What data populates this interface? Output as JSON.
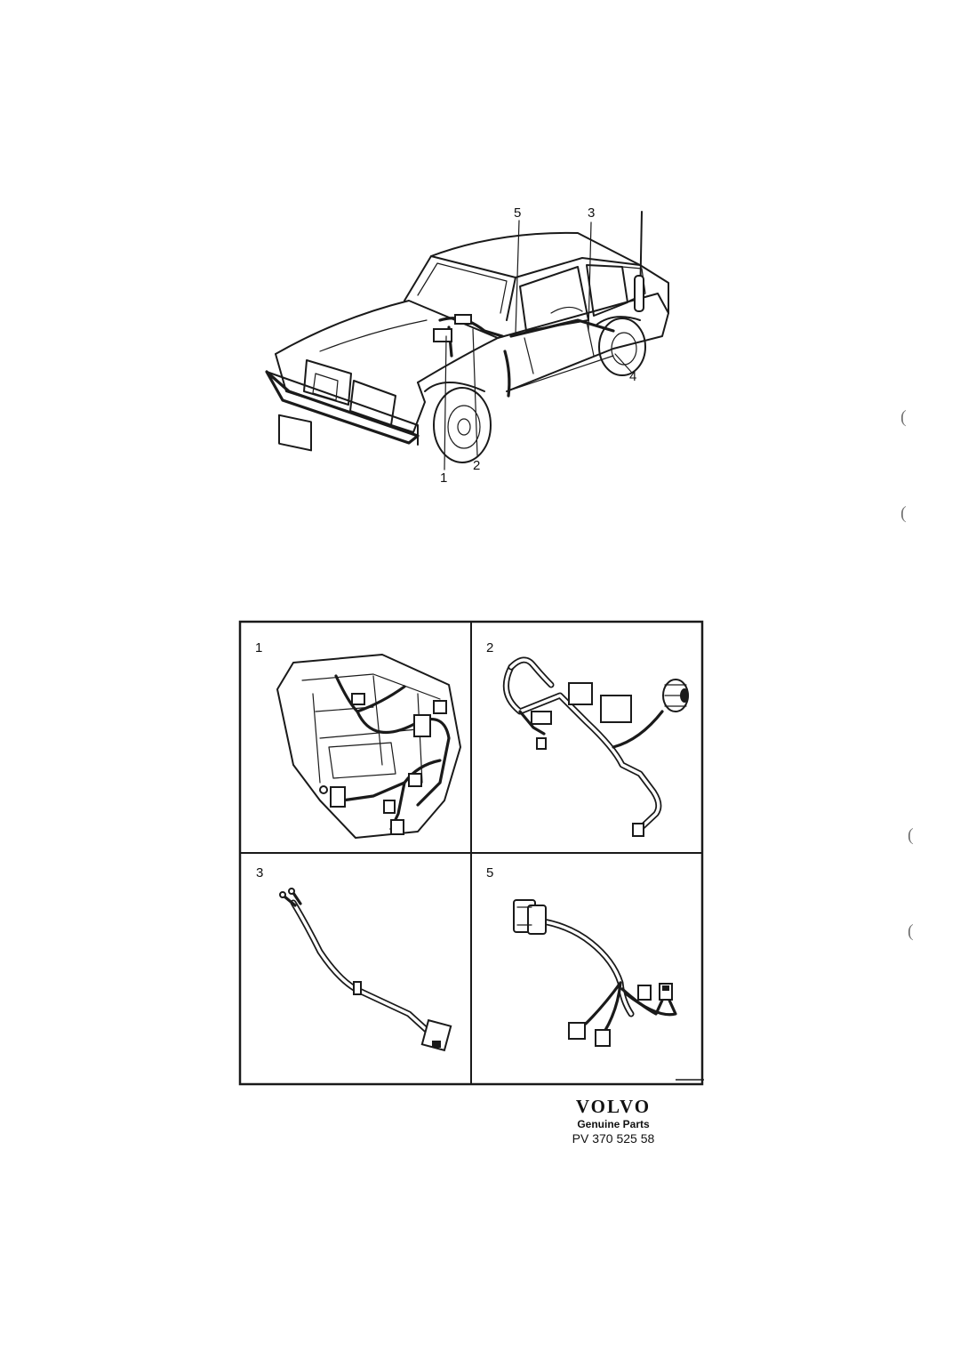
{
  "overview": {
    "callouts": [
      {
        "id": "c1",
        "label": "1"
      },
      {
        "id": "c2",
        "label": "2"
      },
      {
        "id": "c3",
        "label": "3"
      },
      {
        "id": "c4",
        "label": "4"
      },
      {
        "id": "c5",
        "label": "5"
      }
    ]
  },
  "panels": [
    {
      "number": "1"
    },
    {
      "number": "2"
    },
    {
      "number": "3"
    },
    {
      "number": "5"
    }
  ],
  "brand": {
    "logo": "VOLVO",
    "tagline": "Genuine Parts",
    "part_number": "PV 370 525 58"
  },
  "margin_marks": [
    "(",
    "(",
    "(",
    "("
  ],
  "colors": {
    "ink": "#1a1a1a",
    "paper": "#ffffff"
  }
}
